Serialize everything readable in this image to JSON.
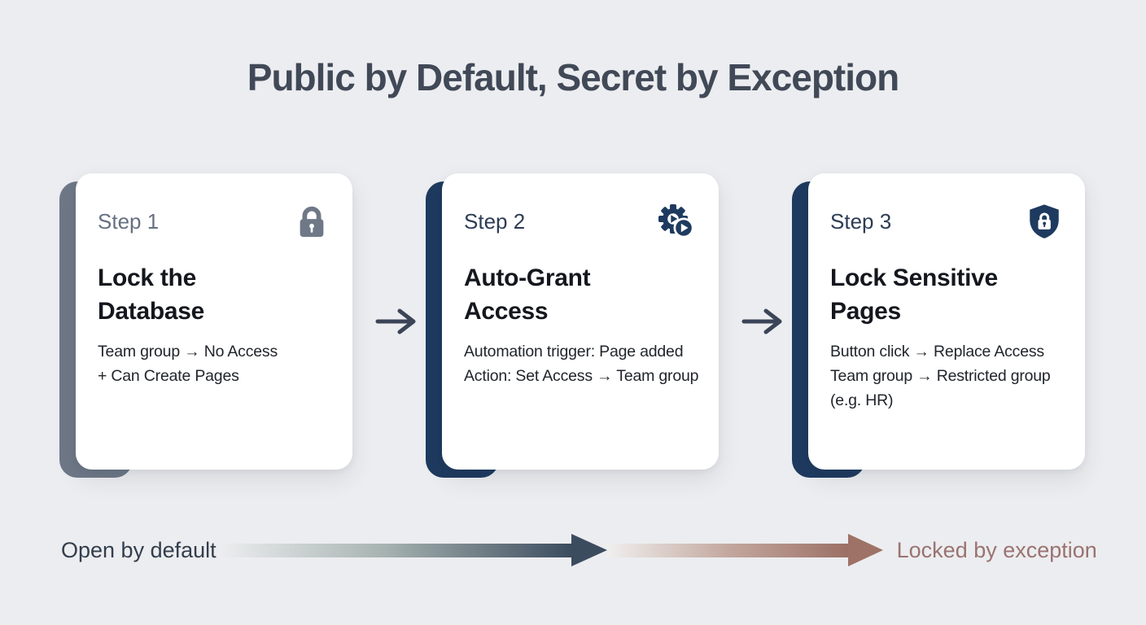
{
  "header": {
    "title": "Public by Default, Secret by Exception"
  },
  "steps": [
    {
      "label": "Step 1",
      "icon": "lock-icon",
      "title": "Lock the Database",
      "lines": [
        "Team group → No Access",
        "+ Can Create Pages"
      ],
      "accent_color": "#6e7887"
    },
    {
      "label": "Step 2",
      "icon": "automation-gear-icon",
      "title": "Auto-Grant Access",
      "lines": [
        "Automation trigger: Page added",
        "Action: Set Access → Team group"
      ],
      "accent_color": "#1e3a5f"
    },
    {
      "label": "Step 3",
      "icon": "shield-lock-icon",
      "title": "Lock Sensitive Pages",
      "lines": [
        "Button click → Replace Access",
        "Team group → Restricted group",
        "(e.g. HR)"
      ],
      "accent_color": "#1e3a5f"
    }
  ],
  "spectrum": {
    "left_label": "Open by default",
    "right_label": "Locked by exception",
    "open_color": "#3c4c5f",
    "locked_color": "#9c7065"
  },
  "colors": {
    "background": "#ecedf0",
    "card": "#ffffff",
    "navy_accent": "#1e3a5f",
    "gray_accent": "#6e7887",
    "title_text": "#414957",
    "flow_arrow": "#3b4557"
  }
}
